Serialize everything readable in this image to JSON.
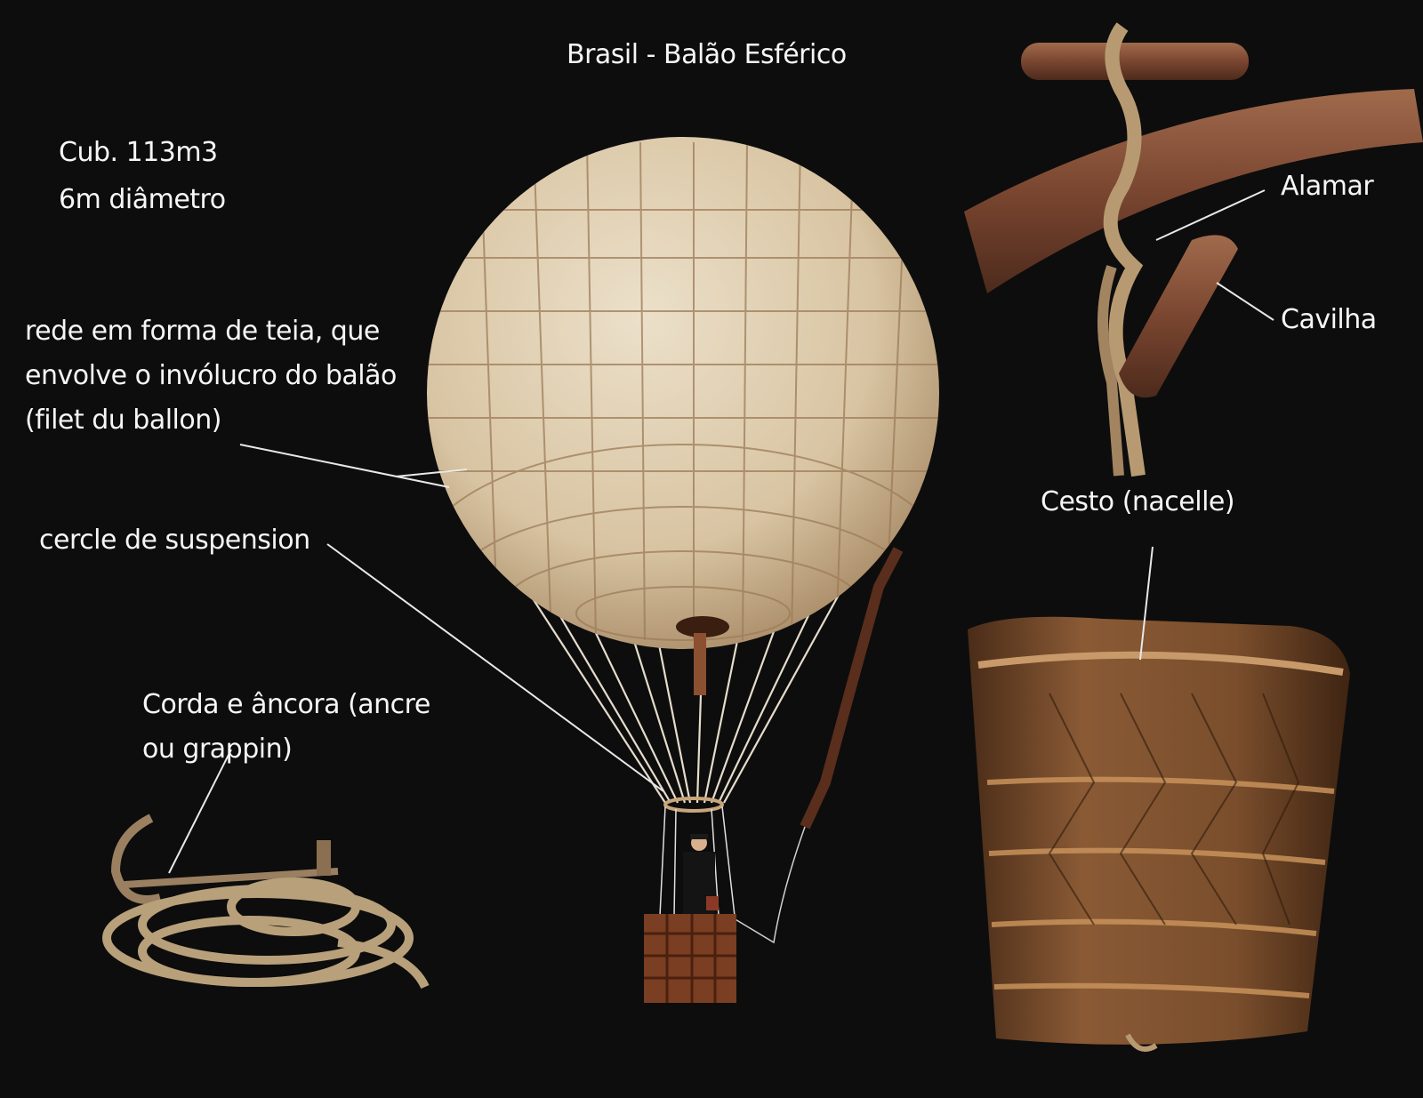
{
  "title": "Brasil - Balão Esférico",
  "specs": {
    "capacity": "Cub. 113m3",
    "diameter": "6m diâmetro"
  },
  "labels": {
    "net": [
      "rede em forma de teia, que",
      "envolve o invólucro do balão",
      "(filet du ballon)"
    ],
    "ring": "cercle de suspension",
    "rope": [
      "Corda e âncora (ancre",
      "ou grappin)"
    ],
    "toggle": "Alamar",
    "peg": "Cavilha",
    "basket": "Cesto (nacelle)"
  },
  "colors": {
    "background": "#0d0d0d",
    "balloon": "#d9c6a6",
    "balloon_net": "#9c7b58",
    "wood": "#7a4630",
    "wicker": "#8a5a35",
    "rope": "#b89a72",
    "leader_line": "#e8e8e8"
  }
}
